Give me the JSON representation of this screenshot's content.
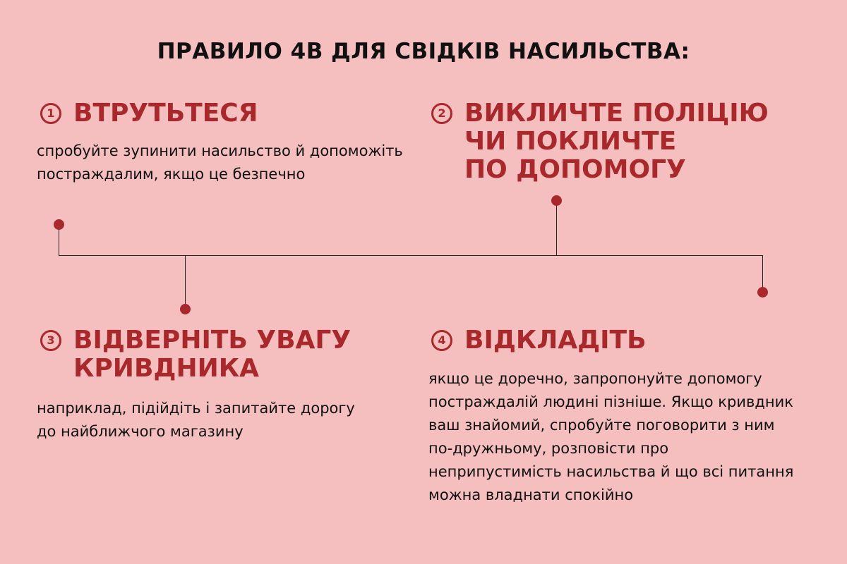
{
  "title": "ПРАВИЛО 4В ДЛЯ СВІДКІВ НАСИЛЬСТВА:",
  "steps": [
    {
      "number": "1",
      "heading": [
        "ВТРУТЬТЕСЯ"
      ],
      "text": "спробуйте зупинити насильство й допоможіть постраждалим, якщо це безпечно"
    },
    {
      "number": "2",
      "heading": [
        "ВИКЛИЧТЕ ПОЛІЦІЮ",
        "ЧИ ПОКЛИЧТЕ",
        "ПО ДОПОМОГУ"
      ]
    },
    {
      "number": "3",
      "heading": [
        "ВІДВЕРНІТЬ УВАГУ",
        "КРИВДНИКА"
      ],
      "text": "наприклад, підійдіть і запитайте дорогу до найближчого магазину"
    },
    {
      "number": "4",
      "heading": [
        "ВІДКЛАДІТЬ"
      ],
      "text": "якщо це доречно, запропонуйте допомогу постраждалій людині пізніше. Якщо кривдник ваш знайомий, спробуйте поговорити з ним по-дружньому, розповісти про неприпустимість насильства й що всі питання можна владнати спокійно"
    }
  ],
  "colors": {
    "background": "#f5bfc0",
    "accent": "#a8282c"
  }
}
